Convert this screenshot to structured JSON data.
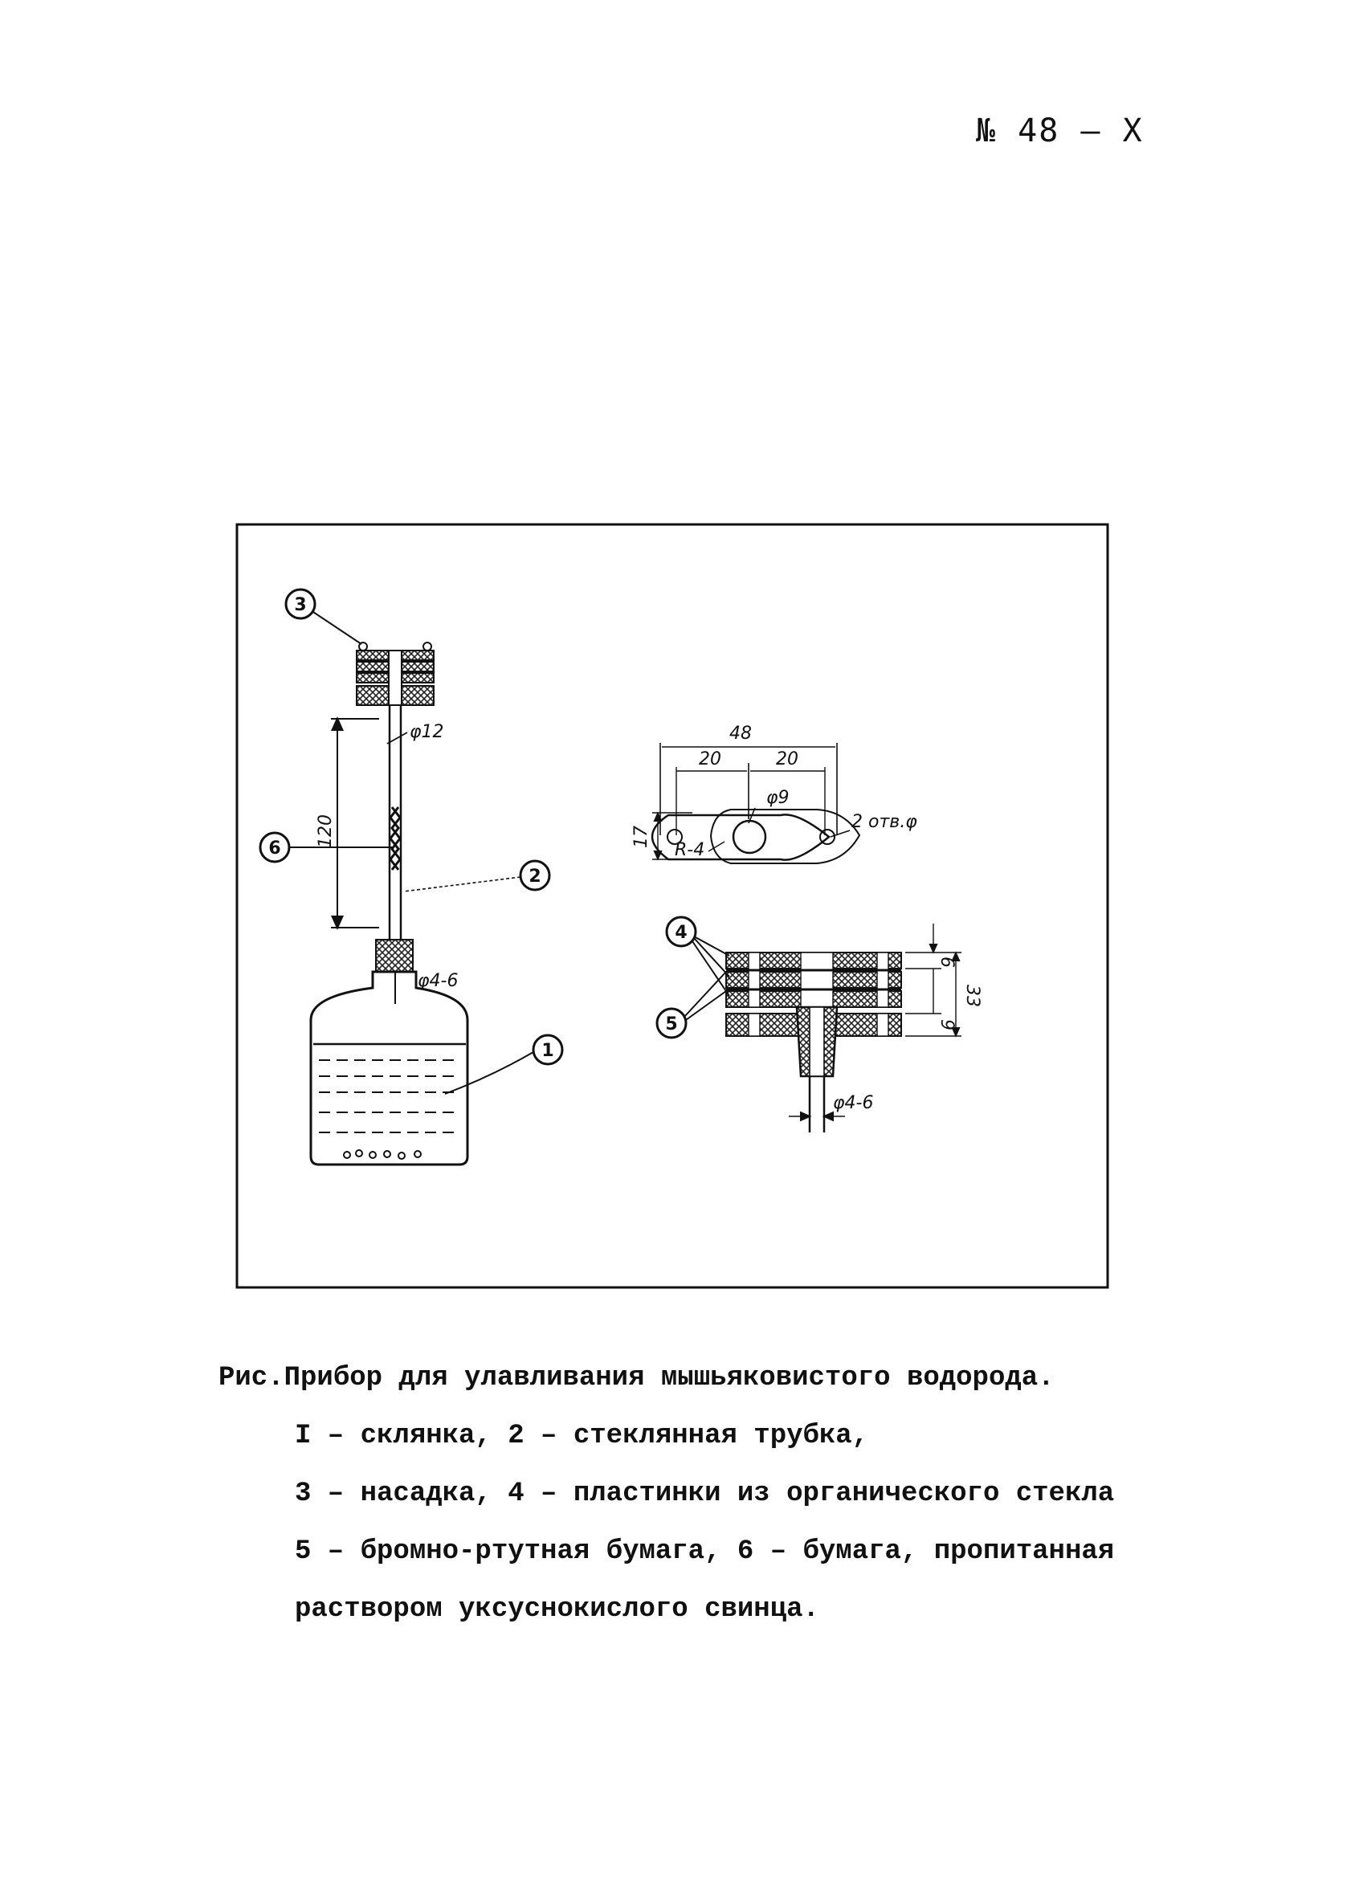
{
  "header": {
    "page_number": "№ 48 – X"
  },
  "figure": {
    "callouts": [
      "1",
      "2",
      "3",
      "4",
      "5",
      "6"
    ],
    "dims": {
      "d12": "φ12",
      "len120": "120",
      "d46_left": "φ4-6",
      "w48": "48",
      "w20a": "20",
      "w20b": "20",
      "d9": "φ9",
      "holes": "2 отв.φ",
      "h17": "17",
      "r4": "R-4",
      "h6": "6",
      "h33": "33",
      "h9": "9",
      "d46_right": "φ4-6"
    }
  },
  "caption": {
    "line1": "Рис.Прибор для улавливания мышьяковистого водорода.",
    "line2": "I – склянка, 2 – стеклянная трубка,",
    "line3": "3 – насадка, 4 – пластинки из органического стекла",
    "line4": "5 – бромно-ртутная бумага, 6 – бумага, пропитанная",
    "line5": "раствором уксуснокислого свинца."
  }
}
